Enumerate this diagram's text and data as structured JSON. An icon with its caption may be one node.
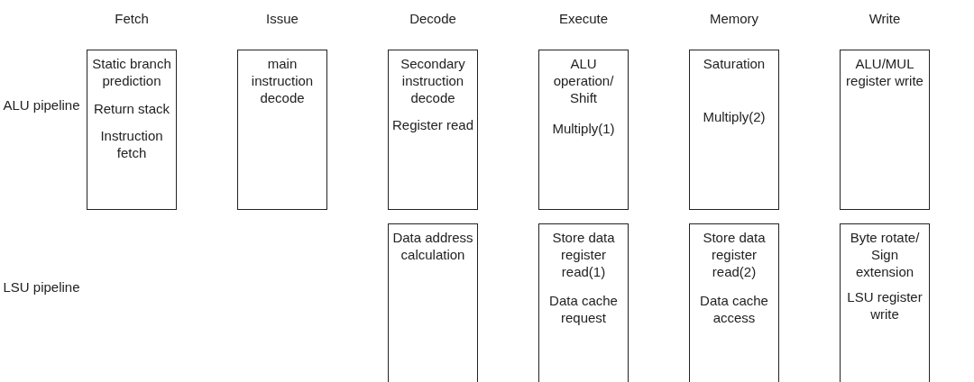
{
  "diagram": {
    "nodes": [
      {
        "text": [
          "Static branch prediction",
          "Return stack",
          "Instruction fetch"
        ]
      },
      {
        "text": [
          "main instruction decode"
        ]
      },
      {
        "text": [
          "Secondary instruction decode",
          "Register read"
        ]
      },
      {
        "text": [
          "ALU operation/ Shift",
          "Multiply(1)"
        ]
      },
      {
        "text": [
          "Saturation",
          "Multiply(2)"
        ]
      },
      {
        "text": [
          "ALU/MUL register write"
        ]
      },
      {
        "text": [
          "Data address calculation"
        ]
      },
      {
        "text": [
          "Store data register read(1)",
          "Data cache request"
        ]
      },
      {
        "text": [
          "Store data register read(2)",
          "Data cache access"
        ]
      },
      {
        "text": [
          "Byte rotate/ Sign extension",
          "LSU register write"
        ]
      }
    ],
    "labels": [
      "Fetch",
      "Issue",
      "Decode",
      "Execute",
      "Memory",
      "Write",
      "ALU pipeline",
      "LSU pipeline"
    ]
  }
}
